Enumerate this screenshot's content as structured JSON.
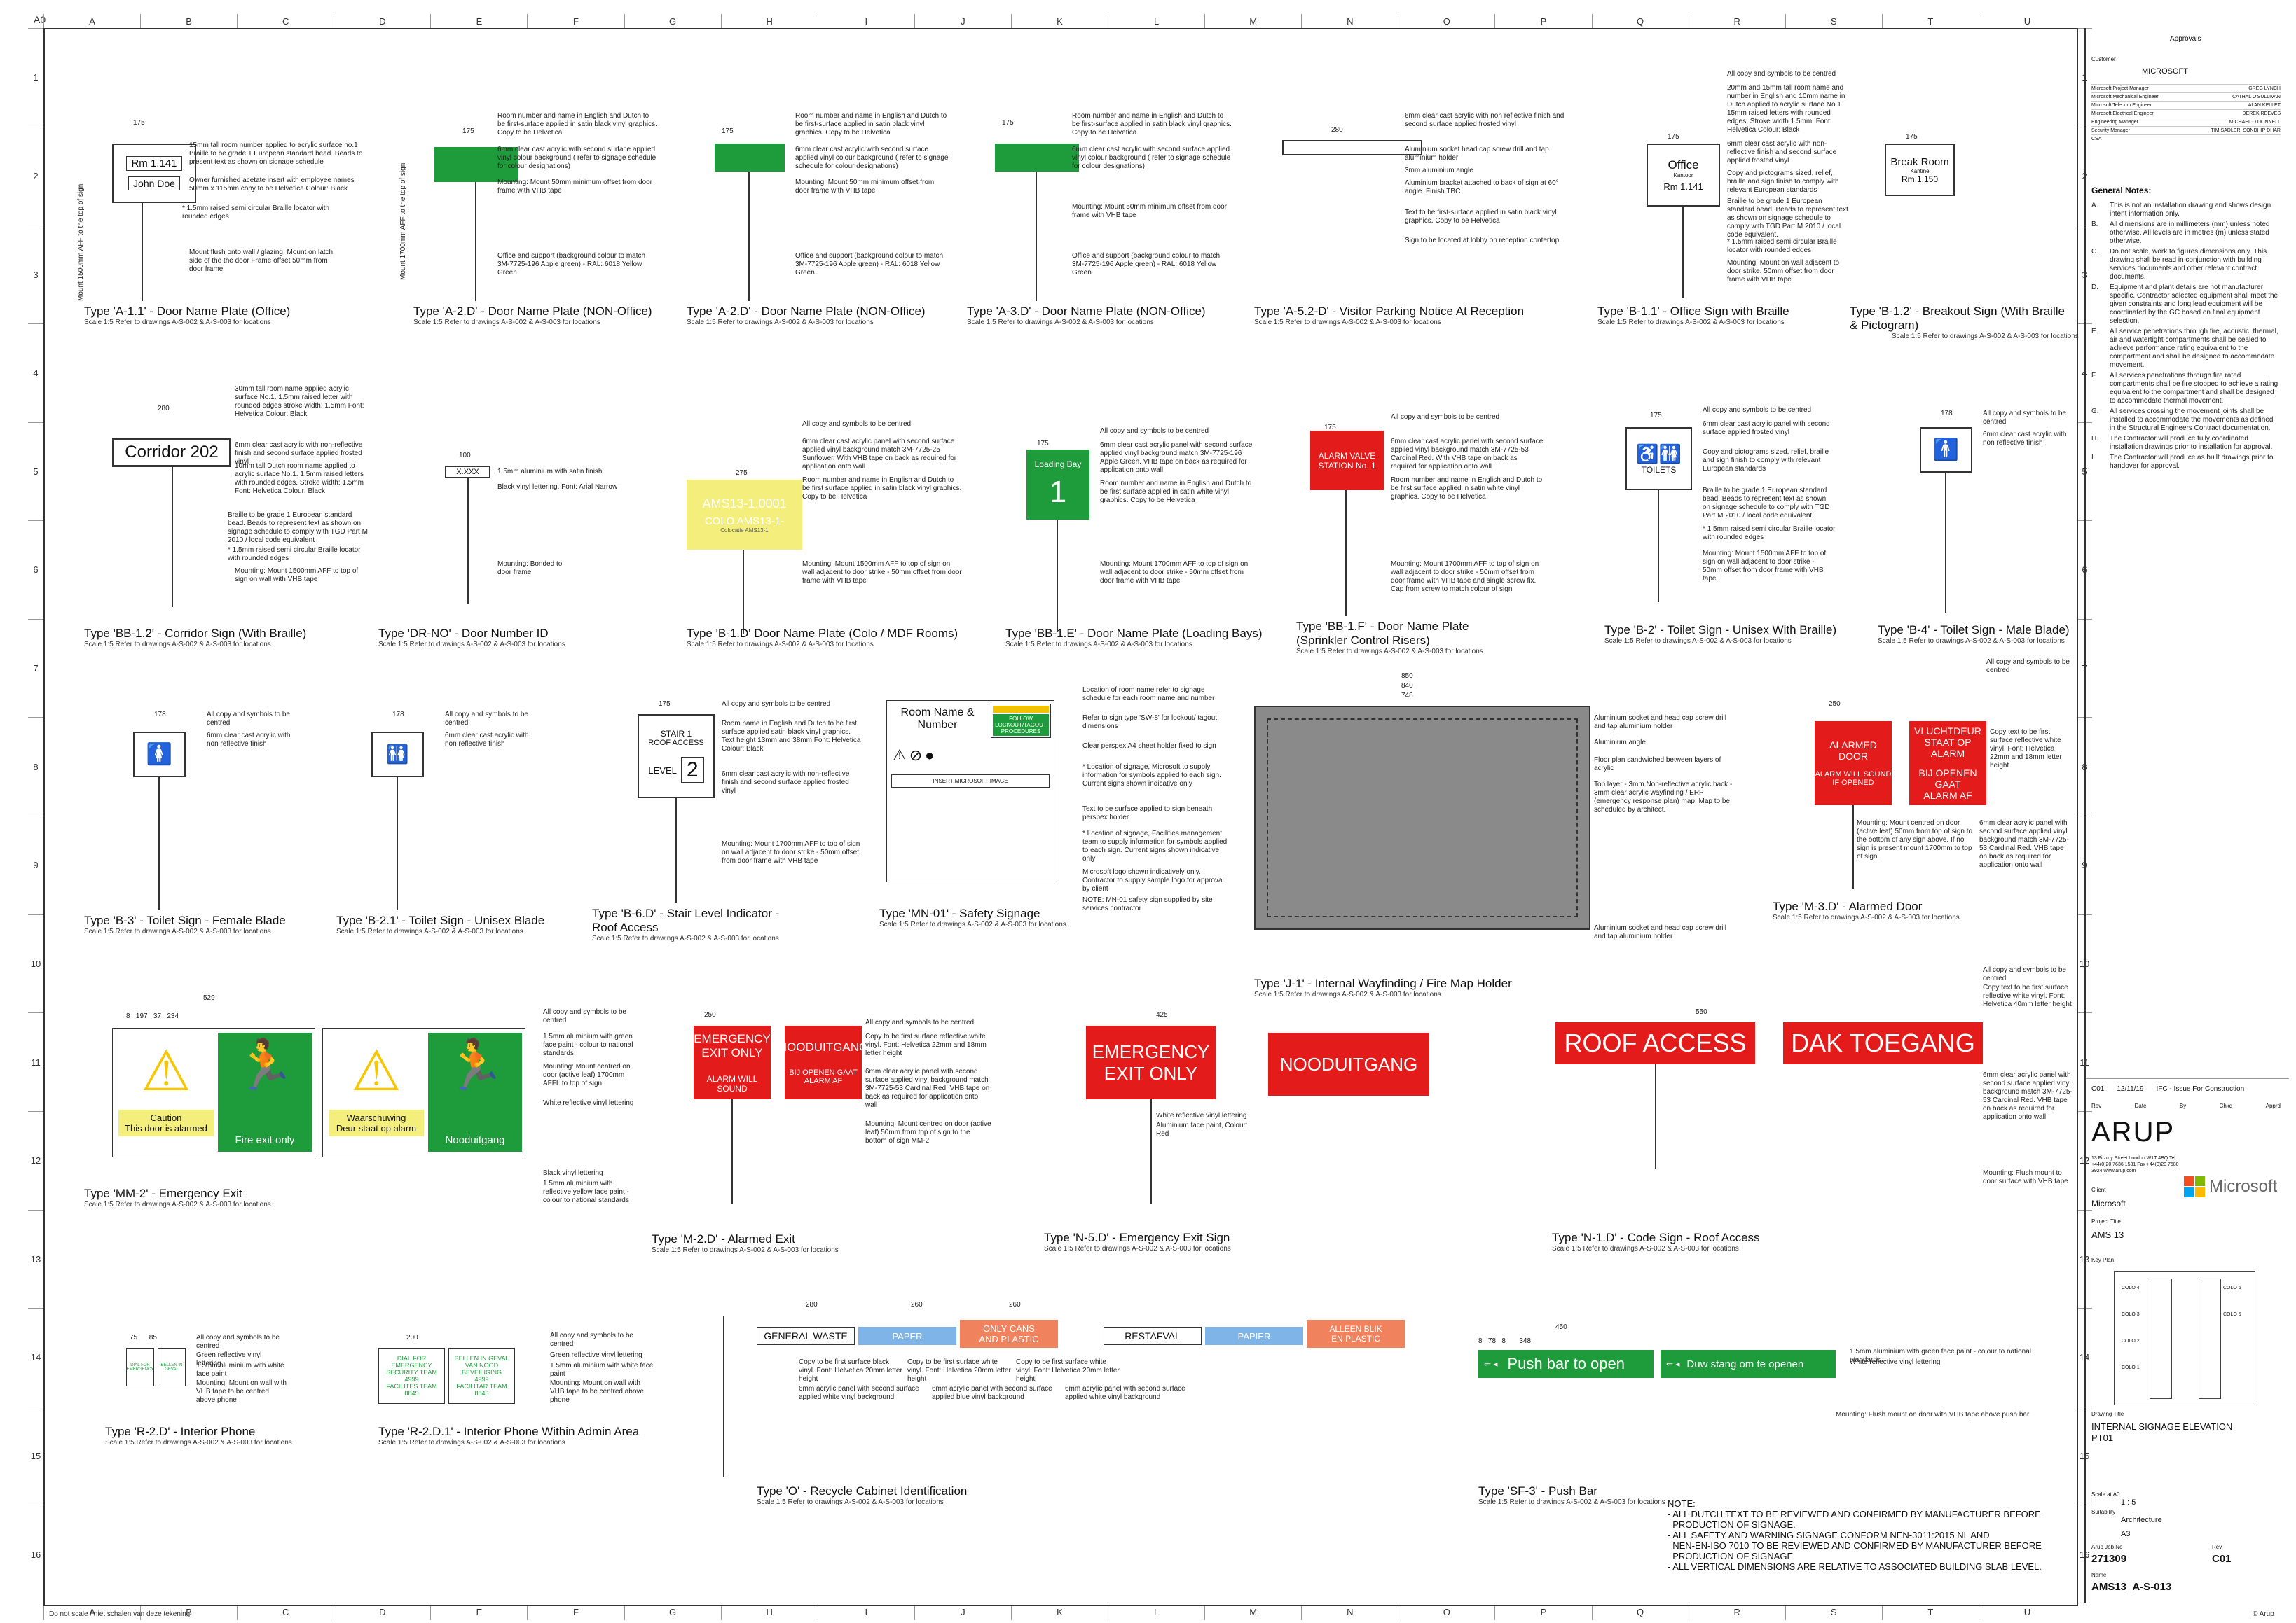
{
  "sheet": {
    "corner_label": "A0",
    "columns": [
      "A",
      "B",
      "C",
      "D",
      "E",
      "F",
      "G",
      "H",
      "I",
      "J",
      "K",
      "L",
      "M",
      "N",
      "O",
      "P",
      "Q",
      "R",
      "S",
      "T",
      "U"
    ],
    "rows": [
      "1",
      "2",
      "3",
      "4",
      "5",
      "6",
      "7",
      "8",
      "9",
      "10",
      "11",
      "12",
      "13",
      "14",
      "15",
      "16"
    ],
    "footer_left": "Do not scale / niet schalen van deze tekening",
    "footer_right": "© Arup"
  },
  "types": {
    "a11": {
      "title": "Type 'A-1.1' - Door Name Plate (Office)",
      "scale": "Scale 1:5 Refer to drawings A-S-002 & A-S-003 for locations",
      "sign_line1": "Rm 1.141",
      "sign_line2": "John Doe",
      "mount": "Mount 1500mm AFF to the top of sign",
      "note1": "15mm tall room number applied to acrylic surface no.1 Braille to be grade 1 European standard bead. Beads to present text as shown on signage schedule",
      "note2": "Owner furnished acetate insert with employee names 50mm x 115mm copy to be Helvetica Colour: Black",
      "note3": "* 1.5mm raised semi circular Braille locator with rounded edges",
      "note4": "Mount flush onto wall / glazing. Mount on latch side of the the door Frame offset 50mm from door frame"
    },
    "a2d_nonoffice": {
      "title": "Type 'A-2.D' - Door Name Plate (NON-Office)",
      "scale": "Scale 1:5 Refer to drawings A-S-002 & A-S-003 for locations",
      "mount": "Mount 1700mm AFF to the top of sign",
      "note1": "Room number and name in English and Dutch to be first-surface applied in satin black vinyl graphics. Copy to be Helvetica",
      "note2": "6mm clear cast acrylic with second surface applied vinyl colour background ( refer to signage schedule for colour designations)",
      "note3": "Mounting: Mount 50mm minimum offset from door frame with VHB tape",
      "note4": "Office and support (background colour to match 3M-7725-196 Apple green) - RAL: 6018 Yellow Green"
    },
    "a2d_b": {
      "title": "Type 'A-2.D' - Door Name Plate (NON-Office)",
      "scale": "Scale 1:5 Refer to drawings A-S-002 & A-S-003 for locations"
    },
    "a3d": {
      "title": "Type 'A-3.D' - Door Name Plate (NON-Office)",
      "scale": "Scale 1:5 Refer to drawings A-S-002 & A-S-003 for locations"
    },
    "a52d": {
      "title": "Type 'A-5.2-D' - Visitor Parking Notice At Reception",
      "scale": "Scale 1:5 Refer to drawings A-S-002 & A-S-003 for locations",
      "note1": "6mm clear cast acrylic with non reflective finish and second surface applied frosted vinyl",
      "note2": "Aluminium socket head cap screw drill and tap aluminium holder",
      "note3": "3mm aluminium angle",
      "note4": "Aluminium bracket attached to back of sign at 60° angle. Finish TBC",
      "note5": "Text to be first-surface applied in satin black vinyl graphics. Copy to be Helvetica",
      "note6": "Sign to be located at lobby on reception contertop"
    },
    "b11": {
      "title": "Type 'B-1.1' - Office Sign with Braille",
      "scale": "Scale 1:5 Refer to drawings A-S-002 & A-S-003 for locations",
      "sign_line1": "Office",
      "sign_line2": "Kantoor",
      "sign_line3": "Rm 1.141"
    },
    "b12": {
      "title": "Type 'B-1.2' - Breakout Sign (With Braille & Pictogram)",
      "scale": "Scale 1:5 Refer to drawings A-S-002 & A-S-003 for locations",
      "sign_line1": "Break Room",
      "sign_line2": "Kantine",
      "sign_line3": "Rm 1.150"
    },
    "bb12": {
      "title": "Type 'BB-1.2' - Corridor Sign (With Braille)",
      "scale": "Scale 1:5 Refer to drawings A-S-002 & A-S-003 for locations",
      "sign_line1": "Corridor 202"
    },
    "drno": {
      "title": "Type 'DR-NO' - Door Number ID",
      "scale": "Scale 1:5 Refer to drawings A-S-002 & A-S-003 for locations",
      "sign_line1": "X.XXX",
      "note1": "1.5mm aluminium with satin finish",
      "note2": "Black vinyl lettering. Font: Arial Narrow",
      "note3": "Mounting: Bonded to door frame"
    },
    "b1d": {
      "title": "Type 'B-1.D' Door Name Plate (Colo / MDF Rooms)",
      "scale": "Scale 1:5 Refer to drawings A-S-002 & A-S-003 for locations",
      "sign_line1": "AMS13-1.0001",
      "sign_line2": "COLO AMS13-1-",
      "sign_line3": "Colocatie AMS13-1"
    },
    "bb1e": {
      "title": "Type 'BB-1.E' - Door Name Plate (Loading Bays)",
      "scale": "Scale 1:5 Refer to drawings A-S-002 & A-S-003 for locations",
      "sign_line1": "Loading Bay",
      "sign_line2": "1"
    },
    "bb1f": {
      "title": "Type 'BB-1.F' - Door Name Plate (Sprinkler Control Risers)",
      "scale": "Scale 1:5 Refer to drawings A-S-002 & A-S-003 for locations",
      "sign_line1": "ALARM VALVE STATION No. 1"
    },
    "b2": {
      "title": "Type 'B-2' - Toilet Sign - Unisex With Braille)",
      "scale": "Scale 1:5 Refer to drawings A-S-002 & A-S-003 for locations",
      "sign_line1": "TOILETS"
    },
    "b4": {
      "title": "Type 'B-4' - Toilet Sign - Male Blade)",
      "scale": "Scale 1:5 Refer to drawings A-S-002 & A-S-003 for locations"
    },
    "b3": {
      "title": "Type 'B-3' - Toilet Sign - Female Blade",
      "scale": "Scale 1:5 Refer to drawings A-S-002 & A-S-003 for locations"
    },
    "b21": {
      "title": "Type 'B-2.1' - Toilet Sign - Unisex Blade",
      "scale": "Scale 1:5 Refer to drawings A-S-002 & A-S-003 for locations"
    },
    "b6d": {
      "title": "Type 'B-6.D' - Stair Level Indicator - Roof Access",
      "scale": "Scale 1:5 Refer to drawings A-S-002 & A-S-003 for locations",
      "sign_line1": "STAIR 1",
      "sign_line2": "ROOF ACCESS",
      "sign_line3": "LEVEL",
      "sign_line4": "2"
    },
    "mn01": {
      "title": "Type 'MN-01' - Safety Signage",
      "scale": "Scale 1:5 Refer to drawings A-S-002 & A-S-003 for locations",
      "sign_line1": "Room Name &",
      "sign_line2": "Number",
      "sign_line3": "FOLLOW LOCKOUT/TAGOUT PROCEDURES",
      "sign_line4": "INSERT MICROSOFT IMAGE"
    },
    "j1": {
      "title": "Type 'J-1' - Internal Wayfinding / Fire Map Holder",
      "scale": "Scale 1:5 Refer to drawings A-S-002 & A-S-003 for locations",
      "dim1": "850",
      "dim2": "840",
      "dim3": "748"
    },
    "m3d": {
      "title": "Type 'M-3.D' - Alarmed Door",
      "scale": "Scale 1:5 Refer to drawings A-S-002 & A-S-003 for locations",
      "en_line1": "ALARMED",
      "en_line2": "DOOR",
      "en_line3": "ALARM WILL SOUND",
      "en_line4": "IF OPENED",
      "nl_line1": "VLUCHTDEUR",
      "nl_line2": "STAAT OP ALARM",
      "nl_line3": "BIJ OPENEN GAAT",
      "nl_line4": "ALARM AF"
    },
    "mm2": {
      "title": "Type 'MM-2' - Emergency Exit",
      "scale": "Scale 1:5 Refer to drawings A-S-002 & A-S-003 for locations",
      "en_caution1": "Caution",
      "en_caution2": "This door is alarmed",
      "en_exit": "Fire exit only",
      "nl_caution1": "Waarschuwing",
      "nl_caution2": "Deur staat op alarm",
      "nl_exit": "Nooduitgang",
      "dim_total": "529"
    },
    "m2d": {
      "title": "Type 'M-2.D' - Alarmed Exit",
      "scale": "Scale 1:5 Refer to drawings A-S-002 & A-S-003 for locations",
      "en_line1": "EMERGENCY",
      "en_line2": "EXIT ONLY",
      "en_line3": "ALARM WILL SOUND",
      "nl_line1": "NOODUITGANG",
      "nl_line2": "BIJ OPENEN GAAT",
      "nl_line3": "ALARM AF"
    },
    "n5d": {
      "title": "Type 'N-5.D' - Emergency Exit Sign",
      "scale": "Scale 1:5 Refer to drawings A-S-002 & A-S-003 for locations",
      "en_line1": "EMERGENCY",
      "en_line2": "EXIT ONLY",
      "nl_line1": "NOODUITGANG"
    },
    "n1d": {
      "title": "Type 'N-1.D' - Code Sign - Roof Access",
      "scale": "Scale 1:5 Refer to drawings A-S-002 & A-S-003 for locations",
      "en_line1": "ROOF ACCESS",
      "nl_line1": "DAK TOEGANG"
    },
    "r2d": {
      "title": "Type 'R-2.D' - Interior Phone",
      "scale": "Scale 1:5 Refer to drawings A-S-002 & A-S-003 for locations"
    },
    "r2d1": {
      "title": "Type 'R-2.D.1' - Interior Phone Within Admin Area",
      "scale": "Scale 1:5 Refer to drawings A-S-002 & A-S-003 for locations",
      "en_line1": "DIAL FOR",
      "en_line2": "EMERGENCY",
      "en_line3": "SECURITY TEAM",
      "en_line4": "4999",
      "en_line5": "FACILITES TEAM",
      "en_line6": "8845",
      "nl_line1": "BELLEN IN GEVAL",
      "nl_line2": "VAN NOOD",
      "nl_line3": "BEVEILIGING",
      "nl_line4": "4999",
      "nl_line5": "FACILITAR TEAM",
      "nl_line6": "8845"
    },
    "o": {
      "title": "Type 'O' - Recycle Cabinet Identification",
      "scale": "Scale 1:5 Refer to drawings A-S-002 & A-S-003 for locations",
      "g1": "GENERAL WASTE",
      "g2": "PAPER",
      "g3a": "ONLY CANS",
      "g3b": "AND PLASTIC",
      "g4": "RESTAFVAL",
      "g5": "PAPIER",
      "g6a": "ALLEEN BLIK",
      "g6b": "EN PLASTIC"
    },
    "sf3": {
      "title": "Type 'SF-3' - Push Bar",
      "scale": "Scale 1:5 Refer to drawings A-S-002 & A-S-003 for locations",
      "en": "Push bar to open",
      "nl": "Duw stang om te openen",
      "dim": "450"
    }
  },
  "bottom_note": {
    "heading": "NOTE:",
    "lines": [
      "- ALL DUTCH TEXT TO BE REVIEWED AND CONFIRMED BY MANUFACTURER BEFORE",
      "  PRODUCTION OF SIGNAGE.",
      "- ALL SAFETY AND WARNING SIGNAGE CONFORM NEN-3011:2015 NL AND",
      "  NEN-EN-ISO 7010 TO BE REVIEWED AND CONFIRMED BY MANUFACTURER BEFORE",
      "  PRODUCTION OF SIGNAGE",
      "- ALL VERTICAL DIMENSIONS ARE RELATIVE TO ASSOCIATED BUILDING SLAB LEVEL."
    ]
  },
  "titleblock": {
    "approvals": "Approvals",
    "customer": "Customer",
    "customer_name": "MICROSOFT",
    "people": [
      {
        "role": "Microsoft Project Manager",
        "name": "GREG LYNCH"
      },
      {
        "role": "Microsoft Mechanical Engineer",
        "name": "CATHAL O'SULLIVAN"
      },
      {
        "role": "Microsoft Telecom Engineer",
        "name": "ALAN KELLET"
      },
      {
        "role": "Microsoft Electrical Engineer",
        "name": "DEREK REEVES"
      },
      {
        "role": "Engineering Manager",
        "name": "MICHAEL O DONNELL"
      },
      {
        "role": "Security Manager",
        "name": "TIM SADLER, SONDHIP DHAR"
      },
      {
        "role": "CSA",
        "name": ""
      }
    ],
    "general_notes_heading": "General Notes:",
    "general_notes": [
      {
        "k": "A.",
        "t": "This is not an installation drawing and shows design intent information only."
      },
      {
        "k": "B.",
        "t": "All dimensions are in millimeters (mm) unless noted otherwise. All levels are in metres (m) unless stated otherwise."
      },
      {
        "k": "C.",
        "t": "Do not scale, work to figures dimensions only. This drawing shall be read in conjunction with building services documents and other relevant contract documents."
      },
      {
        "k": "D.",
        "t": "Equipment and plant details are not manufacturer specific. Contractor selected equipment shall meet the given constraints and long lead equipment will be coordinated by the GC based on final equipment selection."
      },
      {
        "k": "E.",
        "t": "All service penetrations through fire, acoustic, thermal, air and watertight compartments shall be sealed to achieve performance rating equivalent to the compartment and shall be designed to accommodate movement."
      },
      {
        "k": "F.",
        "t": "All services penetrations through fire rated compartments shall be fire stopped to achieve a rating equivalent to the compartment and shall be designed to accommodate thermal movement."
      },
      {
        "k": "G.",
        "t": "All services crossing the movement joints shall be installed to accommodate the movements as defined in the Structural Engineers Contract documentation."
      },
      {
        "k": "H.",
        "t": "The Contractor will produce fully coordinated installation drawings prior to installation for approval."
      },
      {
        "k": "I.",
        "t": "The Contractor will produce as built drawings prior to handover for approval."
      }
    ],
    "rev_row": {
      "rev": "C01",
      "date": "12/11/19",
      "desc": "IFC - Issue For Construction"
    },
    "rev_headers": [
      "Rev",
      "Date",
      "By",
      "Chkd",
      "Apprd"
    ],
    "company": "ARUP",
    "address": "13 Fitzroy Street London W1T 4BQ Tel +44(0)20 7636 1531 Fax +44(0)20 7580 3924 www.arup.com",
    "client_label": "Client",
    "client": "Microsoft",
    "project_label": "Project Title",
    "project": "AMS 13",
    "keyplan_label": "Key Plan",
    "keyplan_rooms": [
      "COLO 4",
      "COLO 3",
      "COLO 2",
      "COLO 1",
      "COLO 6",
      "COLO 5"
    ],
    "drawing_title_label": "Drawing Title",
    "drawing_title_1": "INTERNAL SIGNAGE ELEVATION",
    "drawing_title_2": "PT01",
    "scale_label": "Scale at A0",
    "scale": "1 : 5",
    "suitability_label": "Suitability",
    "suitability": "Architecture",
    "size_label": "",
    "size": "A3",
    "job_label": "Arup Job No",
    "job": "271309",
    "rev_label": "Rev",
    "rev": "C01",
    "name_label": "Name",
    "name": "AMS13_A-S-013"
  },
  "colors": {
    "green": "#1e9b3b",
    "red": "#e41b1b",
    "yellow": "#f4ee7c",
    "blue": "#7fb4e8",
    "orange": "#f0825e",
    "map": "#8a8a8a"
  }
}
